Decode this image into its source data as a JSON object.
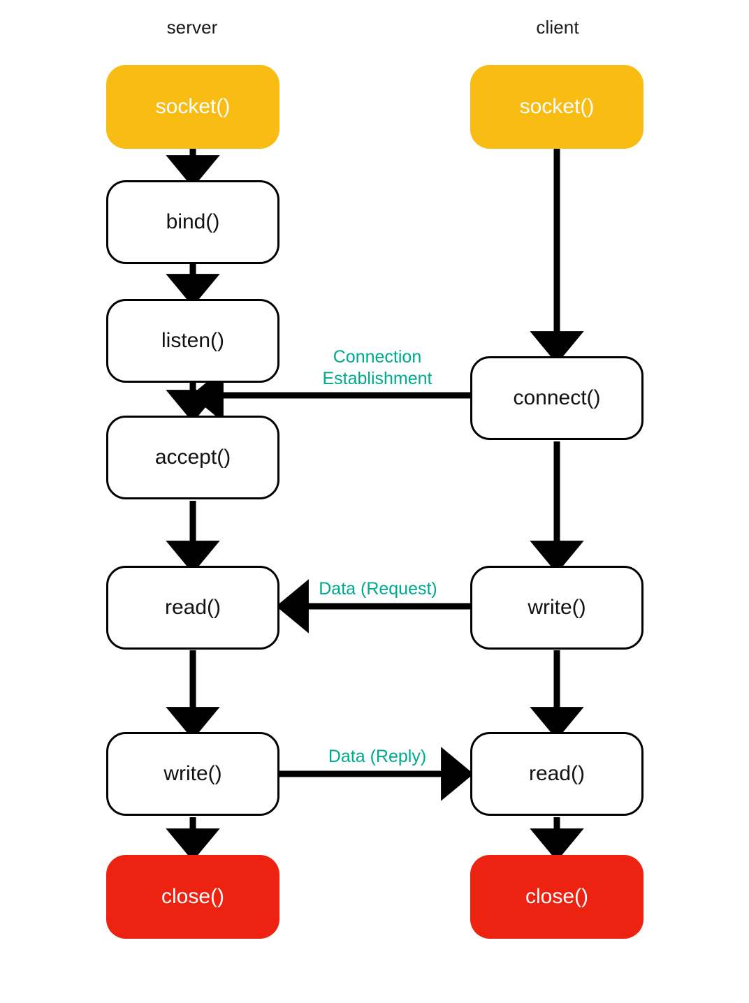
{
  "diagram": {
    "title_server": "server",
    "title_client": "client",
    "colors": {
      "start": "#F9BC12",
      "end": "#EE2211",
      "edge_label": "#00A88E",
      "stroke": "#000000",
      "box_fill": "#FFFFFF"
    },
    "columns": [
      {
        "key": "server",
        "label": "server",
        "nodes": [
          {
            "id": "server-socket",
            "label": "socket()",
            "style": "orange"
          },
          {
            "id": "server-bind",
            "label": "bind()",
            "style": "plain"
          },
          {
            "id": "server-listen",
            "label": "listen()",
            "style": "plain"
          },
          {
            "id": "server-accept",
            "label": "accept()",
            "style": "plain"
          },
          {
            "id": "server-read",
            "label": "read()",
            "style": "plain"
          },
          {
            "id": "server-write",
            "label": "write()",
            "style": "plain"
          },
          {
            "id": "server-close",
            "label": "close()",
            "style": "red"
          }
        ]
      },
      {
        "key": "client",
        "label": "client",
        "nodes": [
          {
            "id": "client-socket",
            "label": "socket()",
            "style": "orange"
          },
          {
            "id": "client-connect",
            "label": "connect()",
            "style": "plain"
          },
          {
            "id": "client-write",
            "label": "write()",
            "style": "plain"
          },
          {
            "id": "client-read",
            "label": "read()",
            "style": "plain"
          },
          {
            "id": "client-close",
            "label": "close()",
            "style": "red"
          }
        ]
      }
    ],
    "edge_labels": {
      "connection": "Connection\nEstablishment",
      "data_request": "Data (Request)",
      "data_reply": "Data (Reply)"
    }
  }
}
